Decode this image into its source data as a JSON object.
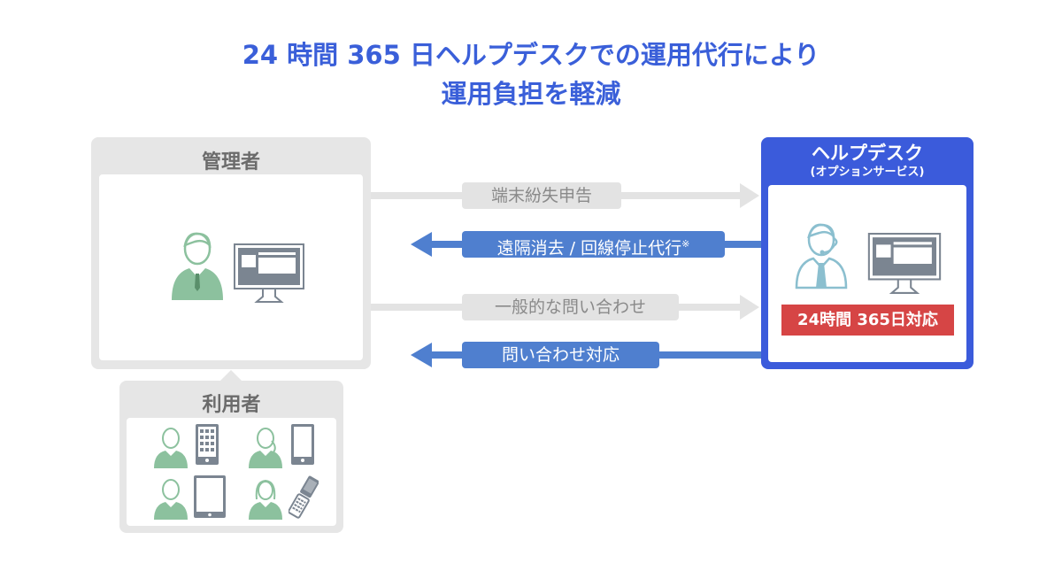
{
  "title": {
    "line1": "24 時間 365 日ヘルプデスクでの運用代行により",
    "line2": "運用負担を軽減"
  },
  "admin": {
    "label": "管理者",
    "icons": [
      "male-person-icon",
      "desktop-monitor-icon"
    ]
  },
  "users": {
    "label": "利用者",
    "items": [
      {
        "person": "male-person-icon",
        "device": "smartphone-grid-icon"
      },
      {
        "person": "female-ponytail-person-icon",
        "device": "smartphone-icon"
      },
      {
        "person": "male-person-icon",
        "device": "tablet-icon"
      },
      {
        "person": "female-person-icon",
        "device": "flip-phone-icon"
      }
    ]
  },
  "helpdesk": {
    "title": "ヘルプデスク",
    "subtitle": "(オプションサービス)",
    "badge": "24時間 365日対応",
    "icons": [
      "operator-headset-icon",
      "desktop-monitor-icon"
    ]
  },
  "flows": [
    {
      "label": "端末紛失申告",
      "direction": "to-helpdesk"
    },
    {
      "label": "遠隔消去 / 回線停止代行",
      "note": "※",
      "direction": "to-admin"
    },
    {
      "label": "一般的な問い合わせ",
      "direction": "to-helpdesk"
    },
    {
      "label": "問い合わせ対応",
      "direction": "to-admin"
    }
  ],
  "colors": {
    "title": "#3a5fd9",
    "helpdesk": "#3b5bdb",
    "flow_request": "#e3e3e3",
    "flow_response": "#4f7fcf",
    "badge": "#d64545",
    "person_green": "#8cc19e",
    "device_gray": "#7b8591"
  }
}
